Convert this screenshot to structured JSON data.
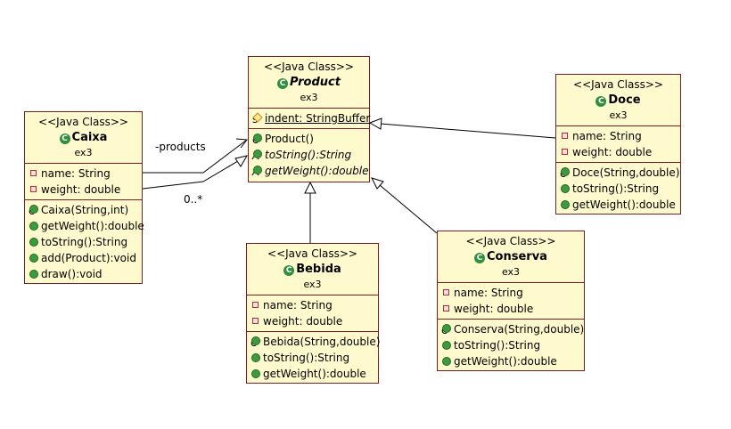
{
  "stereotype": "<<Java Class>>",
  "classes": {
    "product": {
      "name": "Product",
      "package": "ex3",
      "fields": [
        "indent: StringBuffer"
      ],
      "methods": [
        "Product()",
        "toString():String",
        "getWeight():double"
      ]
    },
    "caixa": {
      "name": "Caixa",
      "package": "ex3",
      "fields": [
        "name: String",
        "weight: double"
      ],
      "methods": [
        "Caixa(String,int)",
        "getWeight():double",
        "toString():String",
        "add(Product):void",
        "draw():void"
      ]
    },
    "doce": {
      "name": "Doce",
      "package": "ex3",
      "fields": [
        "name: String",
        "weight: double"
      ],
      "methods": [
        "Doce(String,double)",
        "toString():String",
        "getWeight():double"
      ]
    },
    "bebida": {
      "name": "Bebida",
      "package": "ex3",
      "fields": [
        "name: String",
        "weight: double"
      ],
      "methods": [
        "Bebida(String,double)",
        "toString():String",
        "getWeight():double"
      ]
    },
    "conserva": {
      "name": "Conserva",
      "package": "ex3",
      "fields": [
        "name: String",
        "weight: double"
      ],
      "methods": [
        "Conserva(String,double)",
        "toString():String",
        "getWeight():double"
      ]
    }
  },
  "association": {
    "role": "-products",
    "multiplicity": "0..*"
  },
  "colors": {
    "box_fill": "#fffacd",
    "box_border": "#7a1f1f",
    "edge": "#000000"
  }
}
